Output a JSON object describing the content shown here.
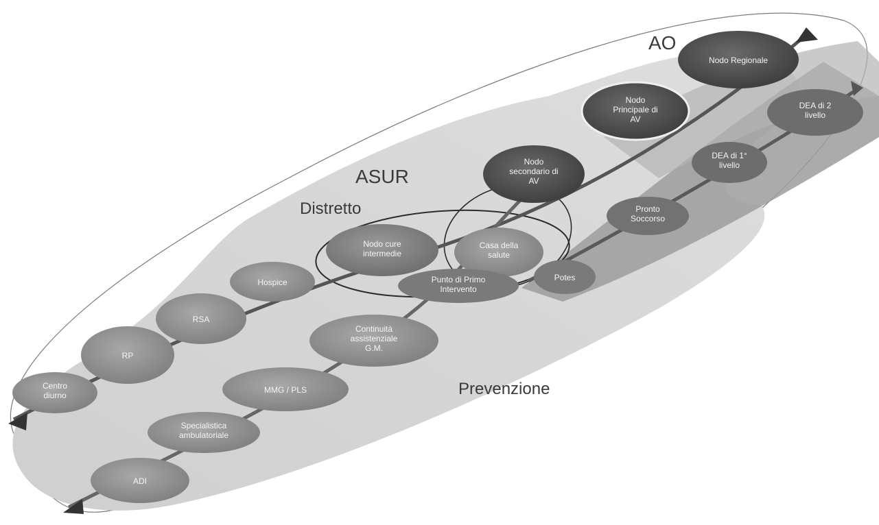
{
  "areas": {
    "ao": "AO",
    "asur": "ASUR",
    "distretto": "Distretto",
    "prevenzione": "Prevenzione"
  },
  "nodes": {
    "nodo_regionale": [
      "Nodo Regionale"
    ],
    "nodo_principale": [
      "Nodo",
      "Principale di",
      "AV"
    ],
    "nodo_secondario": [
      "Nodo",
      "secondario di",
      "AV"
    ],
    "dea_2": [
      "DEA di 2",
      "livello"
    ],
    "dea_1": [
      "DEA di 1°",
      "livello"
    ],
    "pronto_soccorso": [
      "Pronto",
      "Soccorso"
    ],
    "potes": [
      "Potes"
    ],
    "casa_salute": [
      "Casa della",
      "salute"
    ],
    "nodo_cure": [
      "Nodo cure",
      "intermedie"
    ],
    "punto_primo": [
      "Punto di Primo",
      "Intervento"
    ],
    "hospice": [
      "Hospice"
    ],
    "rsa": [
      "RSA"
    ],
    "rp": [
      "RP"
    ],
    "centro_diurno": [
      "Centro",
      "diurno"
    ],
    "continuita": [
      "Continuità",
      "assistenziale",
      "G.M."
    ],
    "mmg": [
      "MMG / PLS"
    ],
    "specialistica": [
      "Specialistica",
      "ambulatoriale"
    ],
    "adi": [
      "ADI"
    ]
  },
  "colors": {
    "dark_node": "#4a4a4a",
    "mid_node": "#7a7a7a",
    "light_node": "#8c8c8c",
    "region_fill": "#d6d6d6",
    "emergency_band": "#9a9a9a",
    "arrow": "#555555"
  }
}
